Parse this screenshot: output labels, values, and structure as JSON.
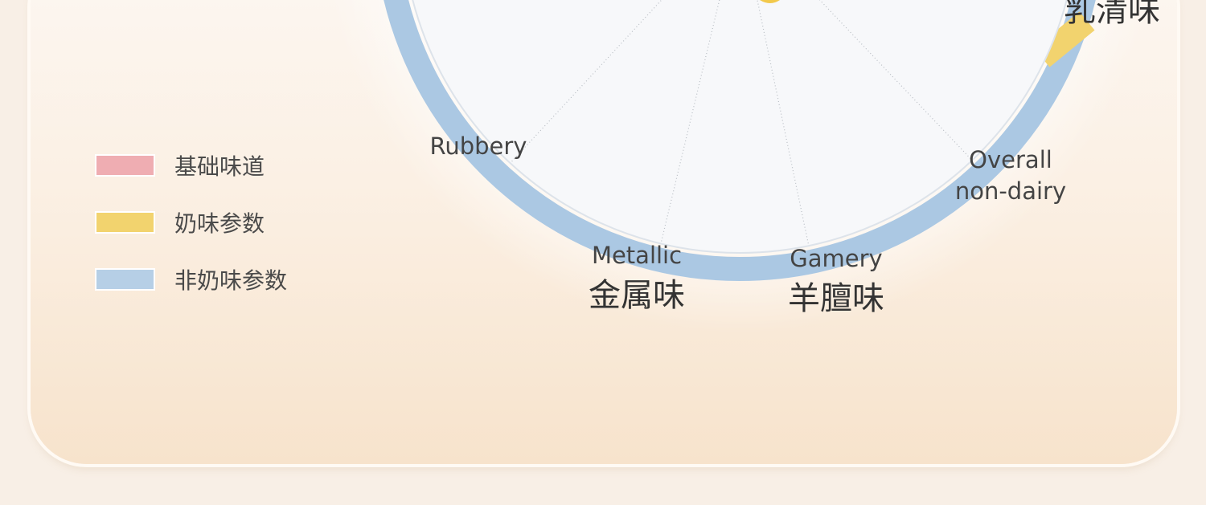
{
  "chart_data": {
    "type": "radar",
    "legend": [
      {
        "label": "基础味道",
        "color": "#efadb2"
      },
      {
        "label": "奶味参数",
        "color": "#f2d36e"
      },
      {
        "label": "非奶味参数",
        "color": "#b6cfe6"
      }
    ],
    "axes": [
      {
        "en": "Rubbery",
        "zh": "",
        "group": "非奶味参数"
      },
      {
        "en": "Metallic",
        "zh": "金属味",
        "group": "非奶味参数"
      },
      {
        "en": "Gamery",
        "zh": "羊膻味",
        "group": "非奶味参数"
      },
      {
        "en": "Overall non-dairy",
        "zh": "",
        "group": "非奶味参数"
      },
      {
        "en": "",
        "zh": "乳清味",
        "group": "奶味参数"
      }
    ]
  }
}
